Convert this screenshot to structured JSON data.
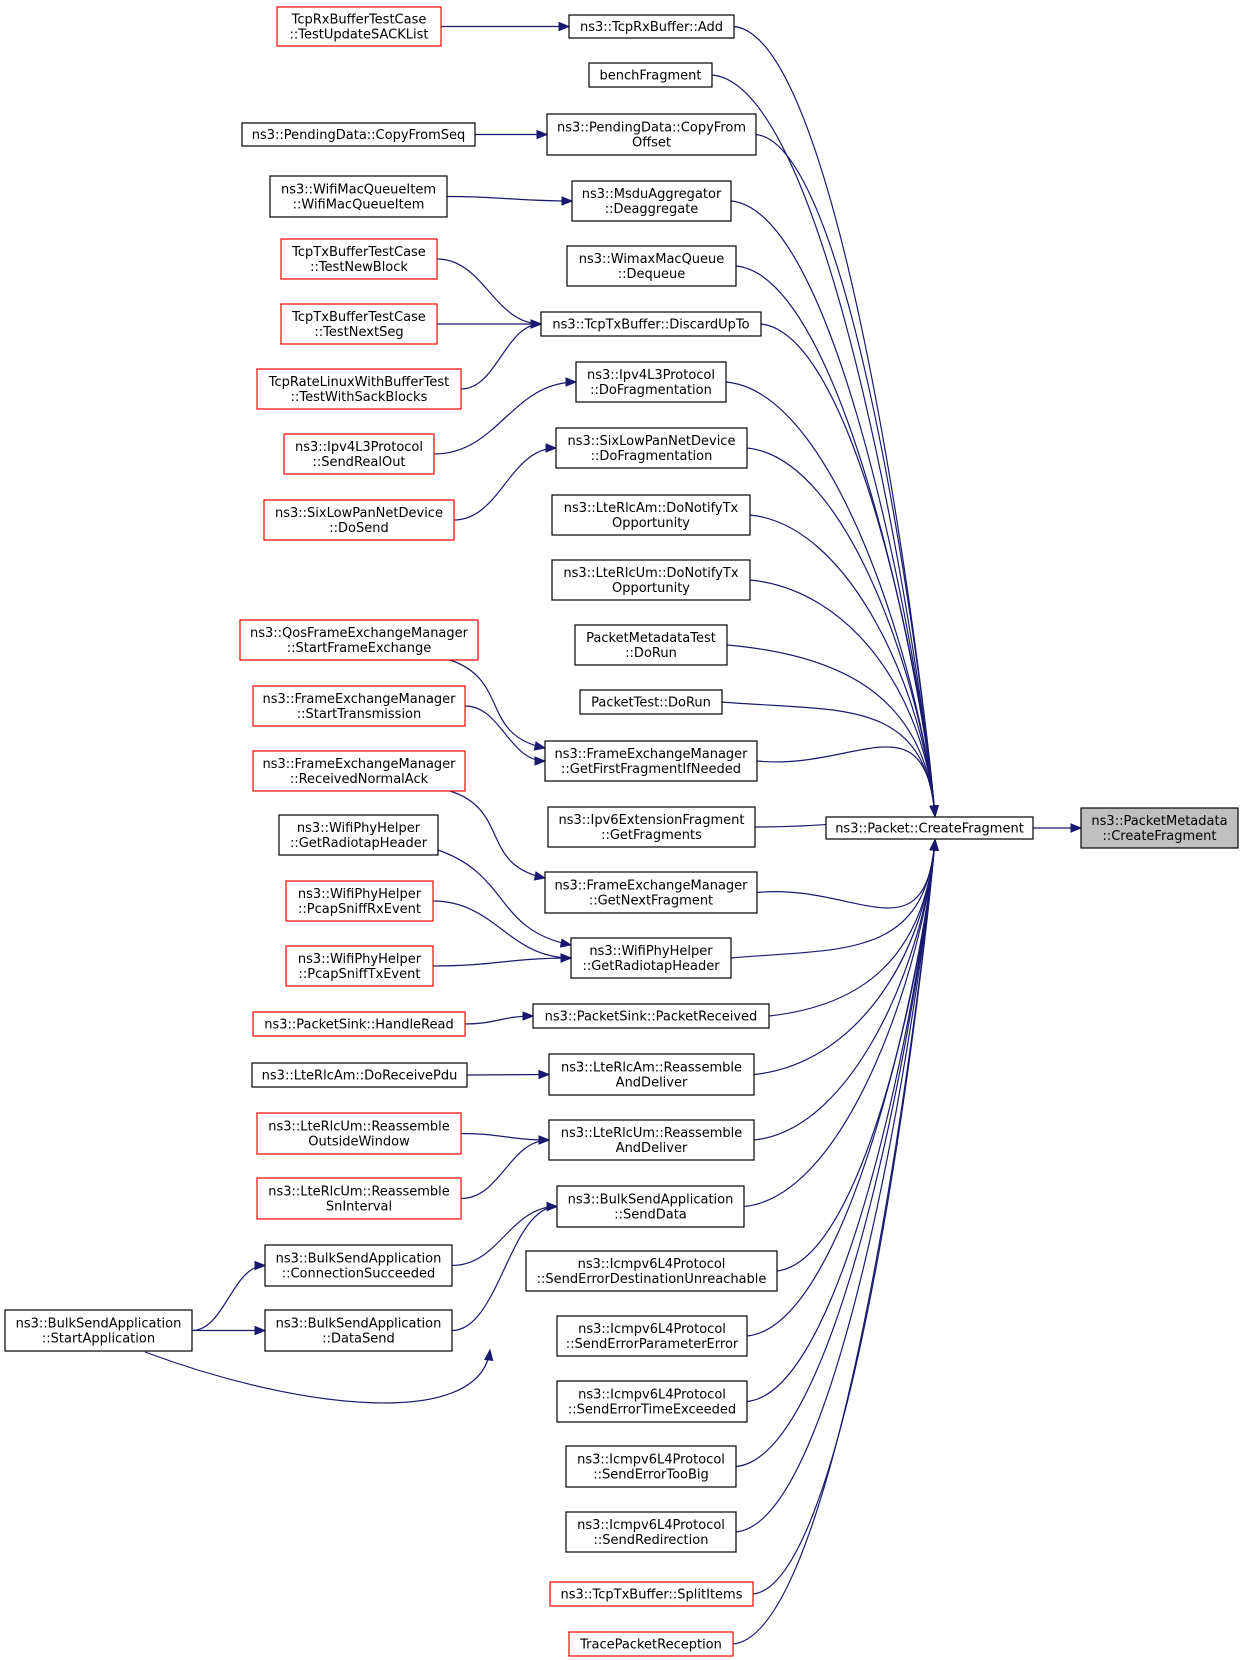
{
  "graph": {
    "type": "caller-graph",
    "colors": {
      "edge": "#191970",
      "node_border": "#000000",
      "node_border_truncated": "#ff0000",
      "root_fill": "#bfbfbf",
      "node_fill": "#ffffff"
    },
    "nodes": [
      {
        "id": "root",
        "lines": [
          "ns3::PacketMetadata",
          "::CreateFragment"
        ],
        "kind": "root"
      },
      {
        "id": "create_fragment",
        "lines": [
          "ns3::Packet::CreateFragment"
        ],
        "kind": "normal"
      },
      {
        "id": "tcprx_add",
        "lines": [
          "ns3::TcpRxBuffer::Add"
        ],
        "kind": "normal"
      },
      {
        "id": "tcprx_test_sack",
        "lines": [
          "TcpRxBufferTestCase",
          "::TestUpdateSACKList"
        ],
        "kind": "truncated"
      },
      {
        "id": "bench_fragment",
        "lines": [
          "benchFragment"
        ],
        "kind": "normal"
      },
      {
        "id": "pending_copy_from_offset",
        "lines": [
          "ns3::PendingData::CopyFrom",
          "Offset"
        ],
        "kind": "normal"
      },
      {
        "id": "pending_copy_from_seq",
        "lines": [
          "ns3::PendingData::CopyFromSeq"
        ],
        "kind": "normal"
      },
      {
        "id": "msdu_deaggregate",
        "lines": [
          "ns3::MsduAggregator",
          "::Deaggregate"
        ],
        "kind": "normal"
      },
      {
        "id": "wifi_mac_queue_item",
        "lines": [
          "ns3::WifiMacQueueItem",
          "::WifiMacQueueItem"
        ],
        "kind": "normal"
      },
      {
        "id": "wimax_dequeue",
        "lines": [
          "ns3::WimaxMacQueue",
          "::Dequeue"
        ],
        "kind": "normal"
      },
      {
        "id": "tcptx_discard",
        "lines": [
          "ns3::TcpTxBuffer::DiscardUpTo"
        ],
        "kind": "normal"
      },
      {
        "id": "tcptx_test_new_block",
        "lines": [
          "TcpTxBufferTestCase",
          "::TestNewBlock"
        ],
        "kind": "truncated"
      },
      {
        "id": "tcptx_test_next_seg",
        "lines": [
          "TcpTxBufferTestCase",
          "::TestNextSeg"
        ],
        "kind": "truncated"
      },
      {
        "id": "tcp_rate_sack",
        "lines": [
          "TcpRateLinuxWithBufferTest",
          "::TestWithSackBlocks"
        ],
        "kind": "truncated"
      },
      {
        "id": "ipv4_do_frag",
        "lines": [
          "ns3::Ipv4L3Protocol",
          "::DoFragmentation"
        ],
        "kind": "normal"
      },
      {
        "id": "ipv4_send_real_out",
        "lines": [
          "ns3::Ipv4L3Protocol",
          "::SendRealOut"
        ],
        "kind": "truncated"
      },
      {
        "id": "sixlowpan_do_frag",
        "lines": [
          "ns3::SixLowPanNetDevice",
          "::DoFragmentation"
        ],
        "kind": "normal"
      },
      {
        "id": "sixlowpan_do_send",
        "lines": [
          "ns3::SixLowPanNetDevice",
          "::DoSend"
        ],
        "kind": "truncated"
      },
      {
        "id": "lterlcam_notify",
        "lines": [
          "ns3::LteRlcAm::DoNotifyTx",
          "Opportunity"
        ],
        "kind": "normal"
      },
      {
        "id": "lterlcum_notify",
        "lines": [
          "ns3::LteRlcUm::DoNotifyTx",
          "Opportunity"
        ],
        "kind": "normal"
      },
      {
        "id": "packet_metadata_test",
        "lines": [
          "PacketMetadataTest",
          "::DoRun"
        ],
        "kind": "normal"
      },
      {
        "id": "packet_test",
        "lines": [
          "PacketTest::DoRun"
        ],
        "kind": "normal"
      },
      {
        "id": "qos_start_frame_exchange",
        "lines": [
          "ns3::QosFrameExchangeManager",
          "::StartFrameExchange"
        ],
        "kind": "truncated"
      },
      {
        "id": "fem_start_transmission",
        "lines": [
          "ns3::FrameExchangeManager",
          "::StartTransmission"
        ],
        "kind": "truncated"
      },
      {
        "id": "fem_get_first_fragment",
        "lines": [
          "ns3::FrameExchangeManager",
          "::GetFirstFragmentIfNeeded"
        ],
        "kind": "normal"
      },
      {
        "id": "fem_received_normal_ack",
        "lines": [
          "ns3::FrameExchangeManager",
          "::ReceivedNormalAck"
        ],
        "kind": "truncated"
      },
      {
        "id": "ipv6_ext_get_fragments",
        "lines": [
          "ns3::Ipv6ExtensionFragment",
          "::GetFragments"
        ],
        "kind": "normal"
      },
      {
        "id": "wifiphy_get_radiotap_left",
        "lines": [
          "ns3::WifiPhyHelper",
          "::GetRadiotapHeader"
        ],
        "kind": "normal"
      },
      {
        "id": "fem_get_next_fragment",
        "lines": [
          "ns3::FrameExchangeManager",
          "::GetNextFragment"
        ],
        "kind": "normal"
      },
      {
        "id": "wifiphy_pcap_rx",
        "lines": [
          "ns3::WifiPhyHelper",
          "::PcapSniffRxEvent"
        ],
        "kind": "truncated"
      },
      {
        "id": "wifiphy_pcap_tx",
        "lines": [
          "ns3::WifiPhyHelper",
          "::PcapSniffTxEvent"
        ],
        "kind": "truncated"
      },
      {
        "id": "wifiphy_get_radiotap_mid",
        "lines": [
          "ns3::WifiPhyHelper",
          "::GetRadiotapHeader"
        ],
        "kind": "normal"
      },
      {
        "id": "packetsink_handle_read",
        "lines": [
          "ns3::PacketSink::HandleRead"
        ],
        "kind": "truncated"
      },
      {
        "id": "packetsink_received",
        "lines": [
          "ns3::PacketSink::PacketReceived"
        ],
        "kind": "normal"
      },
      {
        "id": "lterlcam_do_receive",
        "lines": [
          "ns3::LteRlcAm::DoReceivePdu"
        ],
        "kind": "normal"
      },
      {
        "id": "lterlcam_reassemble",
        "lines": [
          "ns3::LteRlcAm::Reassemble",
          "AndDeliver"
        ],
        "kind": "normal"
      },
      {
        "id": "lterlcum_outside_window",
        "lines": [
          "ns3::LteRlcUm::Reassemble",
          "OutsideWindow"
        ],
        "kind": "truncated"
      },
      {
        "id": "lterlcum_reassemble",
        "lines": [
          "ns3::LteRlcUm::Reassemble",
          "AndDeliver"
        ],
        "kind": "normal"
      },
      {
        "id": "lterlcum_sn_interval",
        "lines": [
          "ns3::LteRlcUm::Reassemble",
          "SnInterval"
        ],
        "kind": "truncated"
      },
      {
        "id": "bulk_send_data",
        "lines": [
          "ns3::BulkSendApplication",
          "::SendData"
        ],
        "kind": "normal"
      },
      {
        "id": "bulk_connection_succeeded",
        "lines": [
          "ns3::BulkSendApplication",
          "::ConnectionSucceeded"
        ],
        "kind": "normal"
      },
      {
        "id": "bulk_data_send",
        "lines": [
          "ns3::BulkSendApplication",
          "::DataSend"
        ],
        "kind": "normal"
      },
      {
        "id": "bulk_start_application",
        "lines": [
          "ns3::BulkSendApplication",
          "::StartApplication"
        ],
        "kind": "normal"
      },
      {
        "id": "icmpv6_dest_unreachable",
        "lines": [
          "ns3::Icmpv6L4Protocol",
          "::SendErrorDestinationUnreachable"
        ],
        "kind": "normal"
      },
      {
        "id": "icmpv6_param_error",
        "lines": [
          "ns3::Icmpv6L4Protocol",
          "::SendErrorParameterError"
        ],
        "kind": "normal"
      },
      {
        "id": "icmpv6_time_exceeded",
        "lines": [
          "ns3::Icmpv6L4Protocol",
          "::SendErrorTimeExceeded"
        ],
        "kind": "normal"
      },
      {
        "id": "icmpv6_too_big",
        "lines": [
          "ns3::Icmpv6L4Protocol",
          "::SendErrorTooBig"
        ],
        "kind": "normal"
      },
      {
        "id": "icmpv6_redirection",
        "lines": [
          "ns3::Icmpv6L4Protocol",
          "::SendRedirection"
        ],
        "kind": "normal"
      },
      {
        "id": "tcptx_split_items",
        "lines": [
          "ns3::TcpTxBuffer::SplitItems"
        ],
        "kind": "truncated"
      },
      {
        "id": "trace_packet_reception",
        "lines": [
          "TracePacketReception"
        ],
        "kind": "truncated"
      }
    ],
    "edges": [
      [
        "create_fragment",
        "root"
      ],
      [
        "tcprx_add",
        "create_fragment"
      ],
      [
        "tcprx_test_sack",
        "tcprx_add"
      ],
      [
        "bench_fragment",
        "create_fragment"
      ],
      [
        "pending_copy_from_offset",
        "create_fragment"
      ],
      [
        "pending_copy_from_seq",
        "pending_copy_from_offset"
      ],
      [
        "msdu_deaggregate",
        "create_fragment"
      ],
      [
        "wifi_mac_queue_item",
        "msdu_deaggregate"
      ],
      [
        "wimax_dequeue",
        "create_fragment"
      ],
      [
        "tcptx_discard",
        "create_fragment"
      ],
      [
        "tcptx_test_new_block",
        "tcptx_discard"
      ],
      [
        "tcptx_test_next_seg",
        "tcptx_discard"
      ],
      [
        "tcp_rate_sack",
        "tcptx_discard"
      ],
      [
        "ipv4_do_frag",
        "create_fragment"
      ],
      [
        "ipv4_send_real_out",
        "ipv4_do_frag"
      ],
      [
        "sixlowpan_do_frag",
        "create_fragment"
      ],
      [
        "sixlowpan_do_send",
        "sixlowpan_do_frag"
      ],
      [
        "lterlcam_notify",
        "create_fragment"
      ],
      [
        "lterlcum_notify",
        "create_fragment"
      ],
      [
        "packet_metadata_test",
        "create_fragment"
      ],
      [
        "packet_test",
        "create_fragment"
      ],
      [
        "fem_get_first_fragment",
        "create_fragment"
      ],
      [
        "qos_start_frame_exchange",
        "fem_get_first_fragment"
      ],
      [
        "fem_start_transmission",
        "fem_get_first_fragment"
      ],
      [
        "ipv6_ext_get_fragments",
        "create_fragment"
      ],
      [
        "fem_get_next_fragment",
        "create_fragment"
      ],
      [
        "fem_received_normal_ack",
        "fem_get_next_fragment"
      ],
      [
        "wifiphy_get_radiotap_mid",
        "create_fragment"
      ],
      [
        "wifiphy_get_radiotap_left",
        "wifiphy_get_radiotap_mid"
      ],
      [
        "wifiphy_pcap_rx",
        "wifiphy_get_radiotap_mid"
      ],
      [
        "wifiphy_pcap_tx",
        "wifiphy_get_radiotap_mid"
      ],
      [
        "packetsink_received",
        "create_fragment"
      ],
      [
        "packetsink_handle_read",
        "packetsink_received"
      ],
      [
        "lterlcam_reassemble",
        "create_fragment"
      ],
      [
        "lterlcam_do_receive",
        "lterlcam_reassemble"
      ],
      [
        "lterlcum_reassemble",
        "create_fragment"
      ],
      [
        "lterlcum_outside_window",
        "lterlcum_reassemble"
      ],
      [
        "lterlcum_sn_interval",
        "lterlcum_reassemble"
      ],
      [
        "bulk_send_data",
        "create_fragment"
      ],
      [
        "bulk_connection_succeeded",
        "bulk_send_data"
      ],
      [
        "bulk_data_send",
        "bulk_send_data"
      ],
      [
        "bulk_start_application",
        "bulk_send_data"
      ],
      [
        "bulk_start_application",
        "bulk_connection_succeeded"
      ],
      [
        "bulk_start_application",
        "bulk_data_send"
      ],
      [
        "icmpv6_dest_unreachable",
        "create_fragment"
      ],
      [
        "icmpv6_param_error",
        "create_fragment"
      ],
      [
        "icmpv6_time_exceeded",
        "create_fragment"
      ],
      [
        "icmpv6_too_big",
        "create_fragment"
      ],
      [
        "icmpv6_redirection",
        "create_fragment"
      ],
      [
        "tcptx_split_items",
        "create_fragment"
      ],
      [
        "trace_packet_reception",
        "create_fragment"
      ]
    ]
  }
}
